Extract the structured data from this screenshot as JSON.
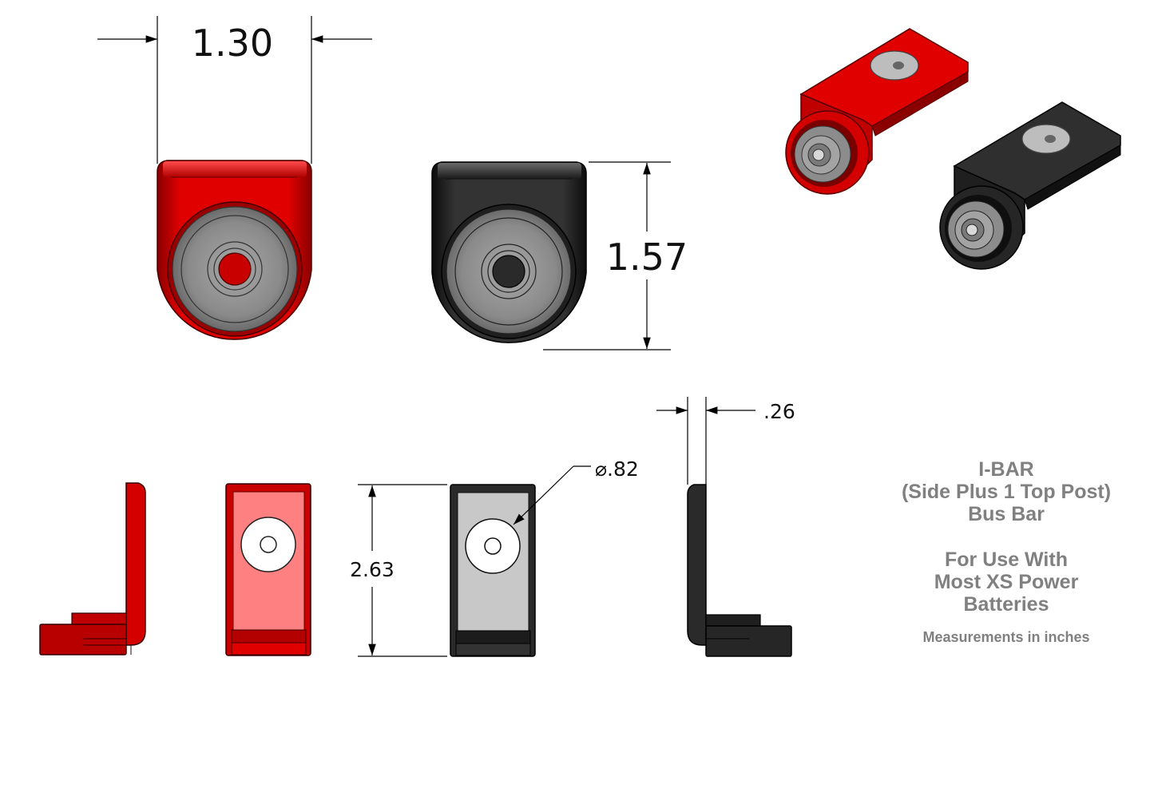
{
  "dimensions": {
    "width_top": "1.30",
    "height_front": "1.57",
    "thickness": ".26",
    "hole_diameter": "⌀.82",
    "length": "2.63"
  },
  "product": {
    "name": "I-BAR",
    "subtitle": "(Side Plus 1 Top Post)",
    "type": "Bus Bar",
    "usage_line1": "For Use With",
    "usage_line2": "Most XS Power",
    "usage_line3": "Batteries",
    "units_note": "Measurements in inches"
  },
  "colors": {
    "red_finish": "#d40000",
    "black_finish": "#2a2a2a",
    "silver": "#8c8c8c"
  }
}
